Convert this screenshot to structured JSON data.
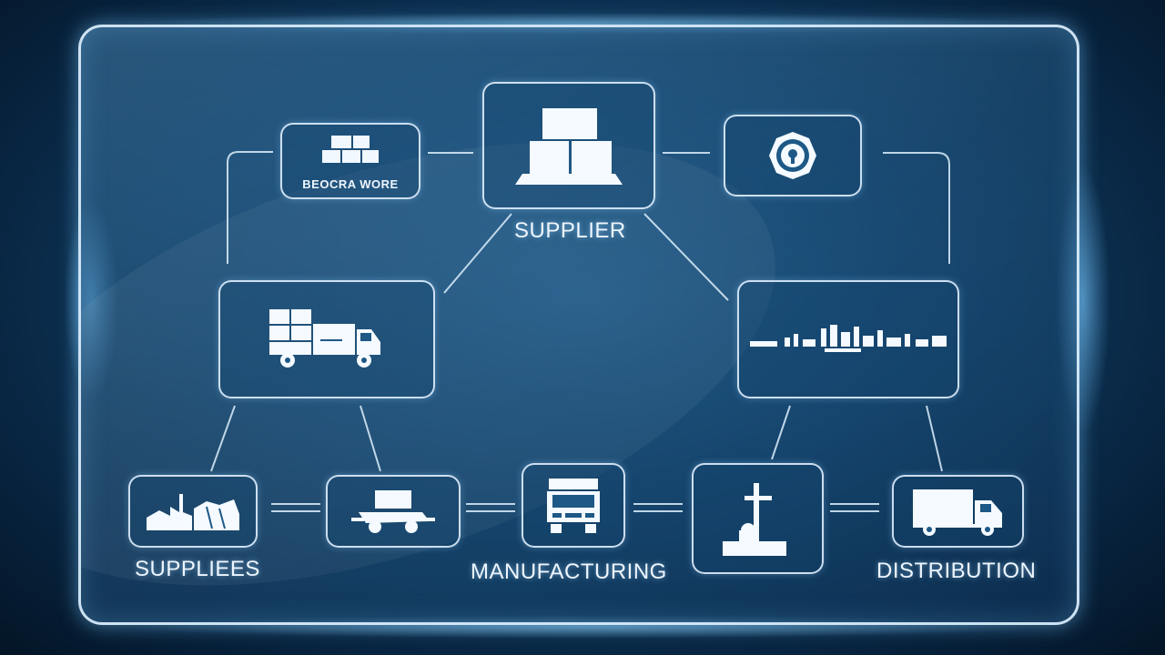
{
  "diagram": {
    "top_left_node_caption": "BEOCRA WORE",
    "supplier_label": "SUPPLIER",
    "suppliers_label": "SUPPLIEES",
    "manufacturing_label": "MANUFACTURING",
    "distribution_label": "DISTRIBUTION"
  },
  "icons": [
    "boxes-icon",
    "warehouse-pallet-icon",
    "gear-badge-icon",
    "delivery-truck-icon",
    "city-skyline-icon",
    "factory-icon",
    "forklift-icon",
    "truck-front-icon",
    "crane-icon",
    "box-truck-icon"
  ],
  "colors": {
    "line": "#d9ecfa",
    "accent": "#8fd0ff",
    "background": "#0f3c62"
  }
}
